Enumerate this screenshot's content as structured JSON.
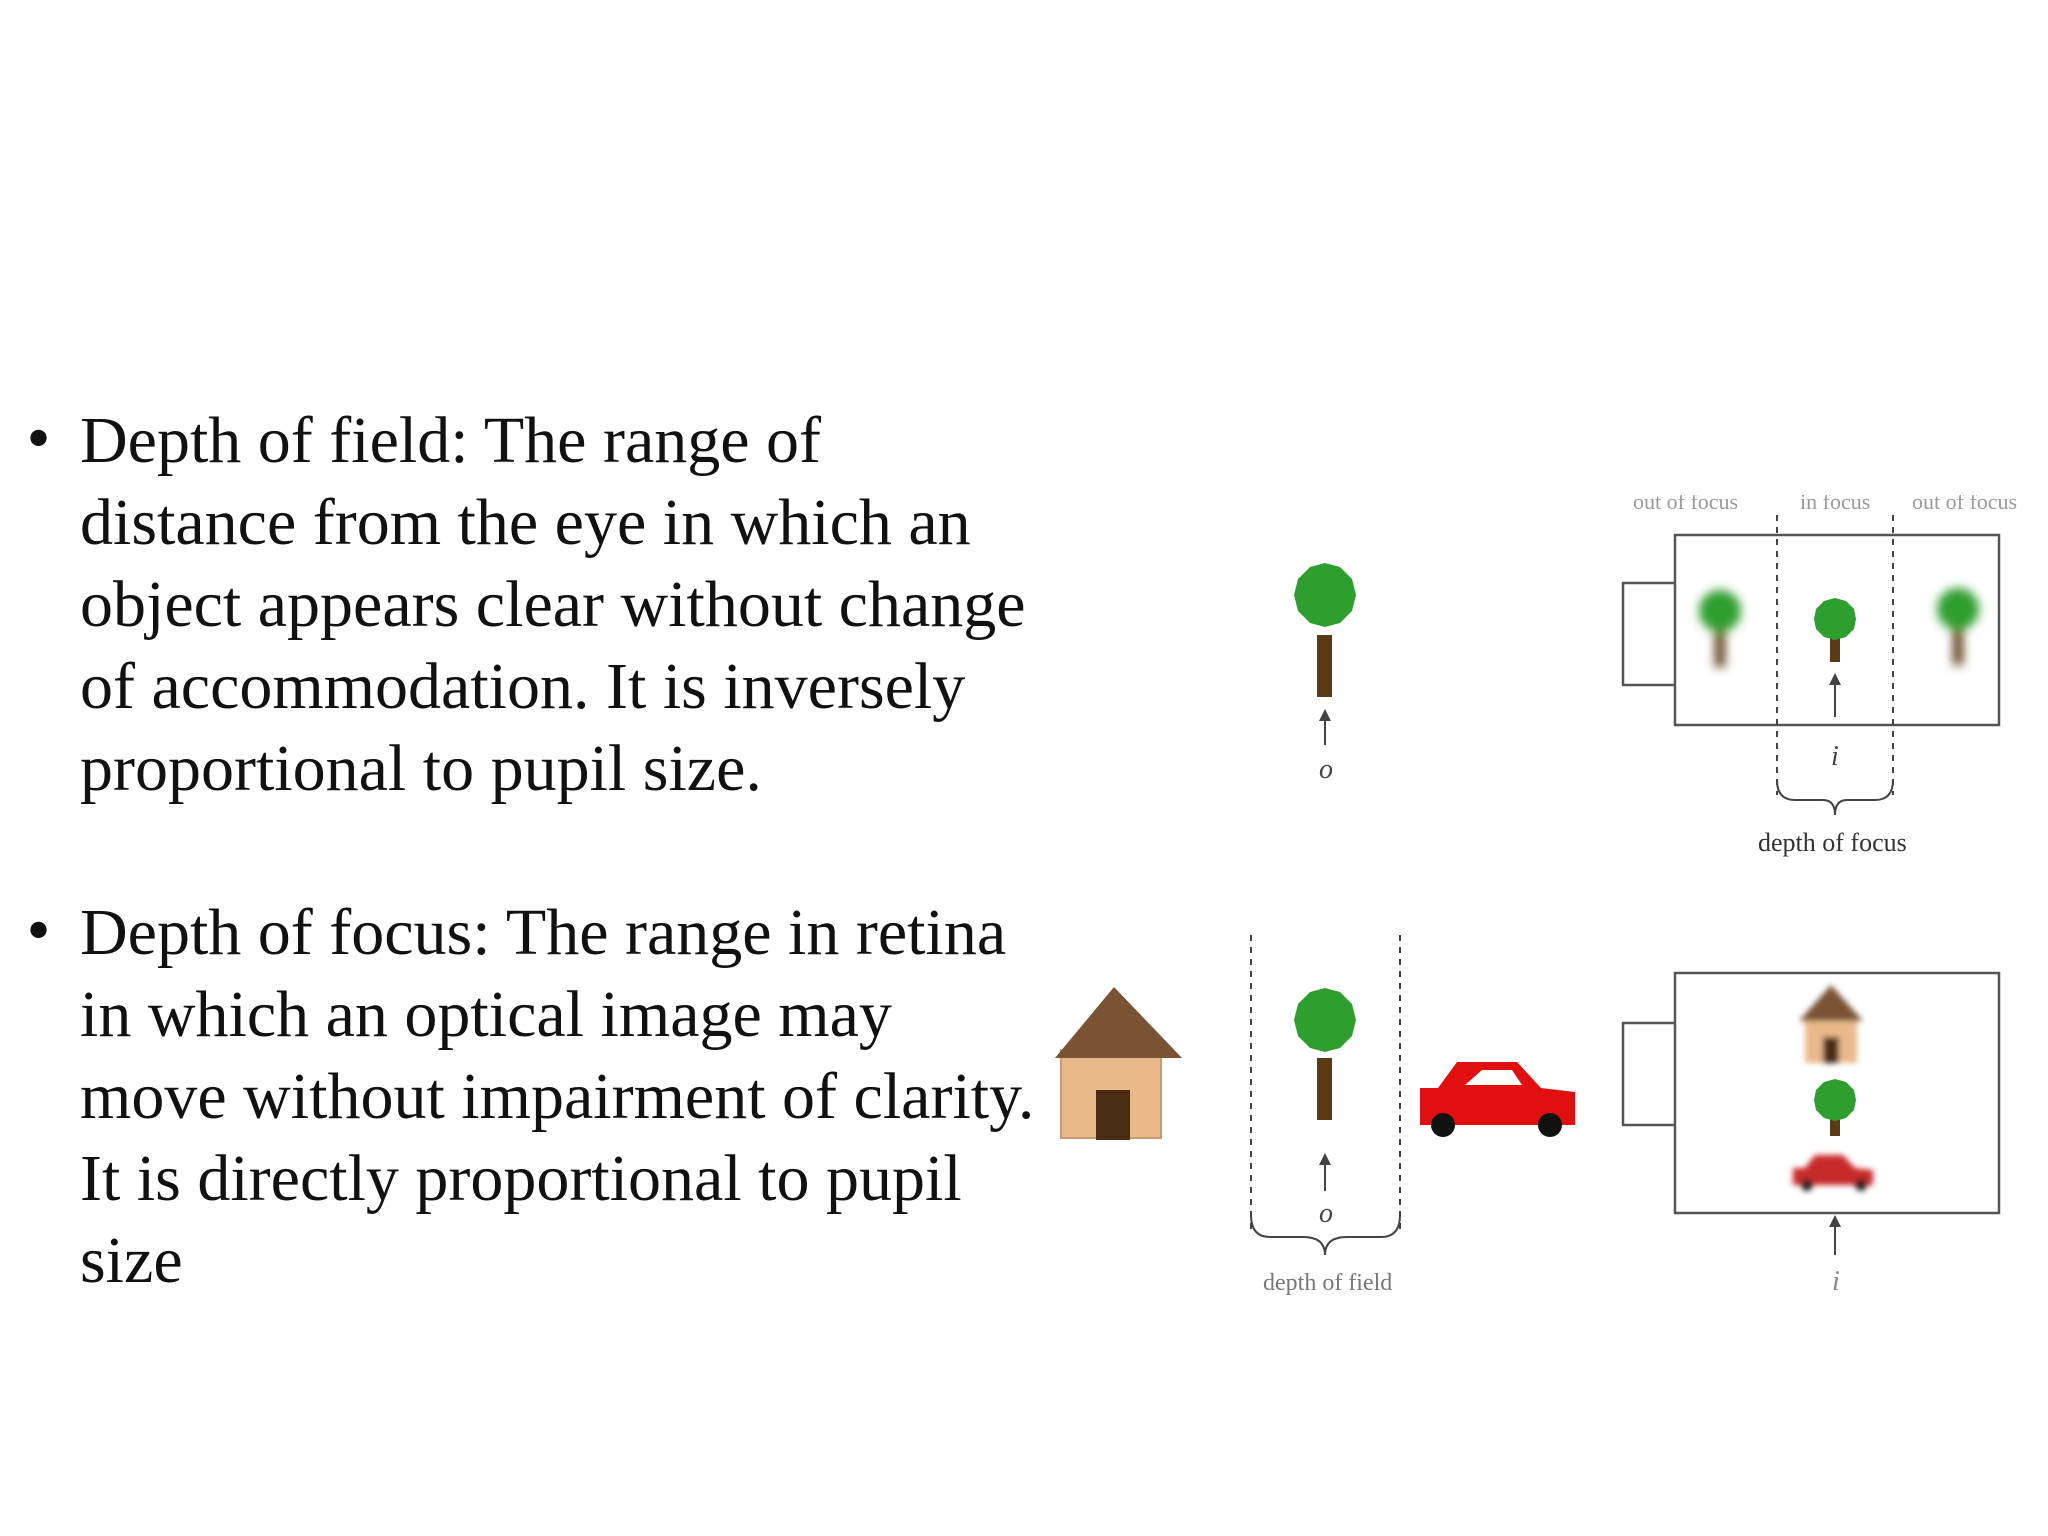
{
  "bullets": [
    {
      "marker": "•",
      "text": "Depth of field: The range of distance from the eye in which an object appears clear without change of accommodation. It is inversely proportional to pupil size."
    },
    {
      "marker": "•",
      "text": "Depth of focus: The range in retina in which an optical image may move without impairment of clarity. It is directly proportional to pupil size"
    }
  ],
  "figure": {
    "labels": {
      "out_of_focus_left": "out of focus",
      "in_focus": "in focus",
      "out_of_focus_right": "out of focus",
      "depth_of_focus": "depth of focus",
      "depth_of_field": "depth of field",
      "object_var_top": "o",
      "image_var_top": "i",
      "object_var_bottom": "o",
      "image_var_bottom": "i"
    },
    "colors": {
      "tree_foliage": "#2e9e2e",
      "tree_trunk": "#5a3b16",
      "house_roof": "#7a5234",
      "house_wall": "#e9b98a",
      "house_door": "#4a2c12",
      "car_body": "#e01010",
      "camera_line": "#555555"
    }
  }
}
